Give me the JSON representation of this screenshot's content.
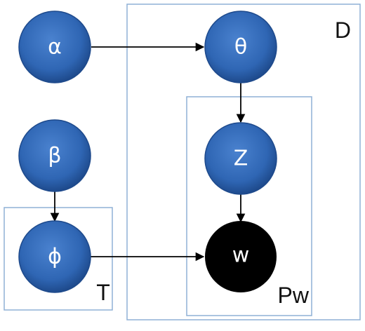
{
  "nodes": {
    "alpha": "α",
    "theta": "θ",
    "beta": "β",
    "z": "Z",
    "phi": "ϕ",
    "w": "w"
  },
  "plates": {
    "d": "D",
    "pw": "Pw",
    "t": "T"
  },
  "colors": {
    "node_fill": "#2f66b4",
    "node_edge": "#1e4a8c",
    "observed_fill": "#000000",
    "plate_border": "#8fb0d6",
    "arrow": "#000000"
  }
}
